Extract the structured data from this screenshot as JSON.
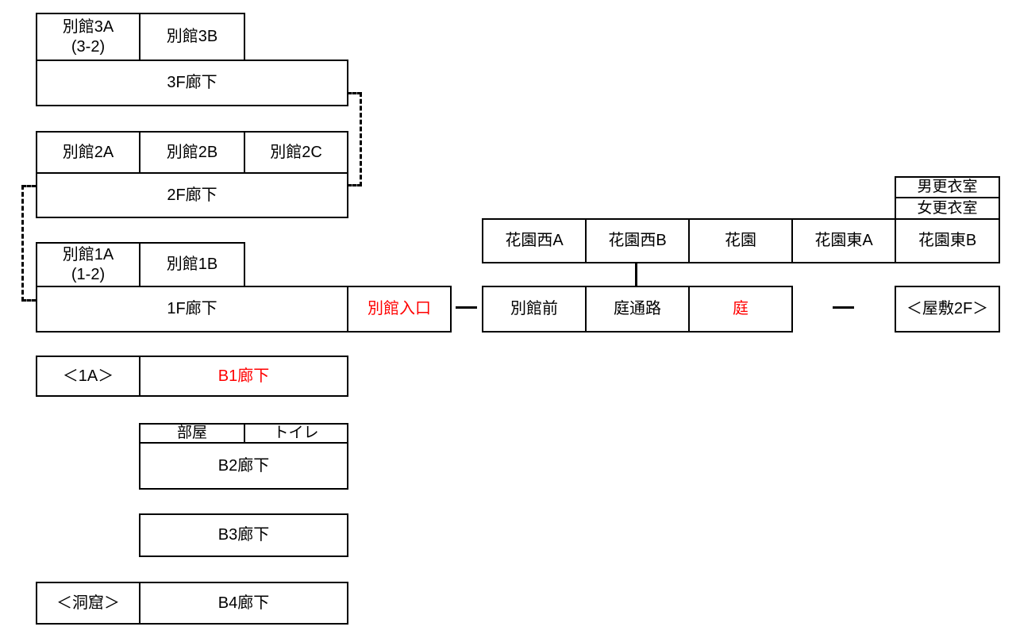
{
  "colors": {
    "background": "#ffffff",
    "border": "#000000",
    "text": "#000000",
    "accent_red": "#ff0000"
  },
  "nodes": {
    "annex3a": {
      "label": "別館3A\n(3-2)"
    },
    "annex3b": {
      "label": "別館3B"
    },
    "corridor3f": {
      "label": "3F廊下"
    },
    "annex2a": {
      "label": "別館2A"
    },
    "annex2b": {
      "label": "別館2B"
    },
    "annex2c": {
      "label": "別館2C"
    },
    "corridor2f": {
      "label": "2F廊下"
    },
    "annex1a": {
      "label": "別館1A\n(1-2)"
    },
    "annex1b": {
      "label": "別館1B"
    },
    "corridor1f": {
      "label": "1F廊下"
    },
    "annex_entrance": {
      "label": "別館入口",
      "color": "#ff0000"
    },
    "mens_changing_room": {
      "label": "男更衣室"
    },
    "womens_changing_room": {
      "label": "女更衣室"
    },
    "hanazono_west_a": {
      "label": "花園西A"
    },
    "hanazono_west_b": {
      "label": "花園西B"
    },
    "hanazono": {
      "label": "花園"
    },
    "hanazono_east_a": {
      "label": "花園東A"
    },
    "hanazono_east_b": {
      "label": "花園東B"
    },
    "annex_front": {
      "label": "別館前"
    },
    "garden_path": {
      "label": "庭通路"
    },
    "garden": {
      "label": "庭",
      "color": "#ff0000"
    },
    "mansion_2f": {
      "label": "＜屋敷2F＞"
    },
    "room_1a": {
      "label": "＜1A＞"
    },
    "corridor_b1": {
      "label": "B1廊下",
      "color": "#ff0000"
    },
    "room": {
      "label": "部屋"
    },
    "toilet": {
      "label": "トイレ"
    },
    "corridor_b2": {
      "label": "B2廊下"
    },
    "corridor_b3": {
      "label": "B3廊下"
    },
    "cave": {
      "label": "＜洞窟＞"
    },
    "corridor_b4": {
      "label": "B4廊下"
    }
  },
  "connectors": [
    {
      "name": "entrance-to-annex-front",
      "type": "solid-dash",
      "from": "別館入口",
      "to": "別館前"
    },
    {
      "name": "garden-to-mansion-2f",
      "type": "solid-dash",
      "from": "庭",
      "to": "＜屋敷2F＞"
    },
    {
      "name": "hanazono-west-b-to-garden-path",
      "type": "solid-line",
      "from": "花園西B",
      "to": "庭通路"
    },
    {
      "name": "corridor-3f-to-corridor-2f",
      "type": "dashed-elbow",
      "from": "3F廊下",
      "to": "2F廊下"
    },
    {
      "name": "corridor-2f-to-corridor-1f",
      "type": "dashed-elbow",
      "from": "2F廊下",
      "to": "1F廊下"
    }
  ]
}
